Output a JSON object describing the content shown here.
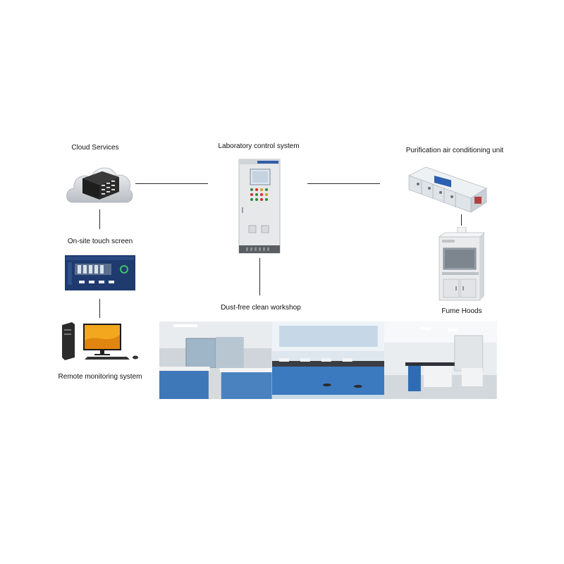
{
  "nodes": {
    "cloud": {
      "label": "Cloud Services",
      "icon": "cloud-server-icon"
    },
    "control": {
      "label": "Laboratory control system",
      "icon": "control-cabinet-icon"
    },
    "purification": {
      "label": "Purification air conditioning unit",
      "icon": "air-handling-unit-icon"
    },
    "touch": {
      "label": "On-site touch screen",
      "icon": "touch-screen-icon"
    },
    "workshop": {
      "label": "Dust-free clean workshop",
      "icon": "clean-lab-photo"
    },
    "fume": {
      "label": "Fume Hoods",
      "icon": "fume-hood-icon"
    },
    "remote": {
      "label": "Remote monitoring system",
      "icon": "desktop-computer-icon"
    }
  },
  "cabinet_badge": "",
  "colors": {
    "line": "#2a2a2a",
    "lab_blue": "#3f78b8",
    "cabinet": "#e6e8ea",
    "screen_bg": "#1f3a6e"
  }
}
